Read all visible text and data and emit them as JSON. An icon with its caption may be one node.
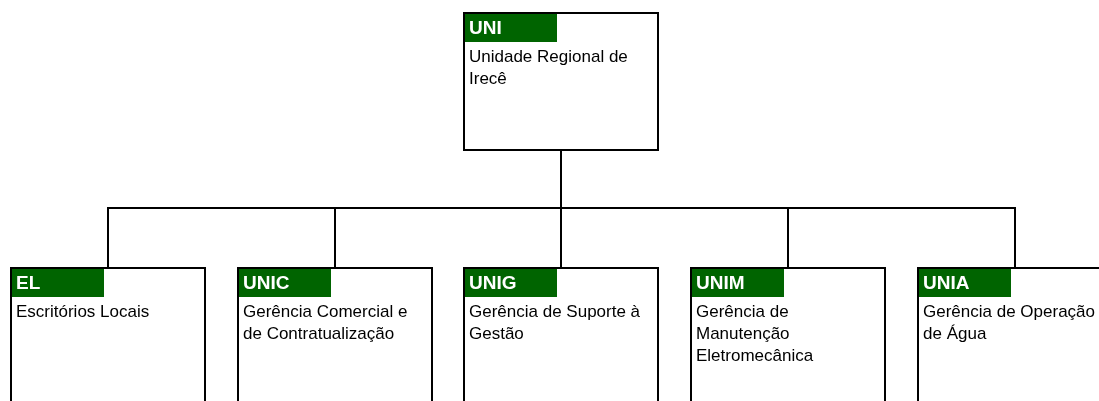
{
  "diagram": {
    "nodes": [
      {
        "text": [
          "UNI",
          "Unidade Regional de Irecê"
        ]
      },
      {
        "text": [
          "EL",
          "Escritórios Locais"
        ]
      },
      {
        "text": [
          "UNIC",
          "Gerência Comercial e de Contratualização"
        ]
      },
      {
        "text": [
          "UNIG",
          "Gerência de Suporte à Gestão"
        ]
      },
      {
        "text": [
          "UNIM",
          "Gerência de Manutenção Eletromecânica"
        ]
      },
      {
        "text": [
          "UNIA",
          "Gerência de Operação de Água"
        ]
      }
    ],
    "edges": [
      {
        "from": 0,
        "to": 1,
        "arrow": "none"
      },
      {
        "from": 0,
        "to": 2,
        "arrow": "none"
      },
      {
        "from": 0,
        "to": 3,
        "arrow": "none"
      },
      {
        "from": 0,
        "to": 4,
        "arrow": "none"
      },
      {
        "from": 0,
        "to": 5,
        "arrow": "none"
      }
    ]
  }
}
